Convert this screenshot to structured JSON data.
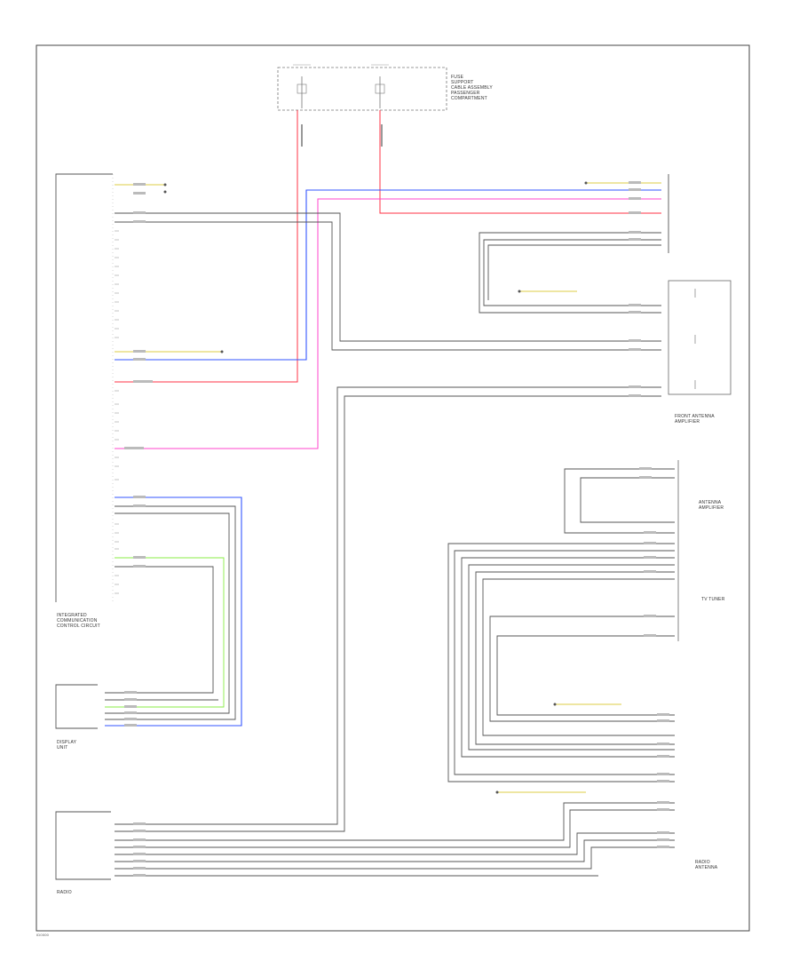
{
  "labels": {
    "fuse_box": "FUSE\nSUPPORT\nCABLE ASSEMBLY\nPASSENGER\nCOMPARTMENT",
    "module_main": "INTEGRATED\nCOMMUNICATION\nCONTROL CIRCUIT",
    "module_antenna": "FRONT ANTENNA\nAMPLIFIER",
    "module_radio": "RADIO",
    "module_tv": "TV TUNER",
    "module_amp": "ANTENNA\nAMPLIFIER",
    "component_display": "DISPLAY\nUNIT",
    "component_antenna_right": "RADIO\nANTENNA",
    "footer_id": "ID0000"
  },
  "colors": {
    "frame": "#333333",
    "wire_gray": "#555555",
    "wire_red": "#ff3344",
    "wire_blue": "#3355ff",
    "wire_pink": "#ff44cc",
    "wire_green": "#88ee44",
    "wire_yellow": "#ddcc44"
  }
}
